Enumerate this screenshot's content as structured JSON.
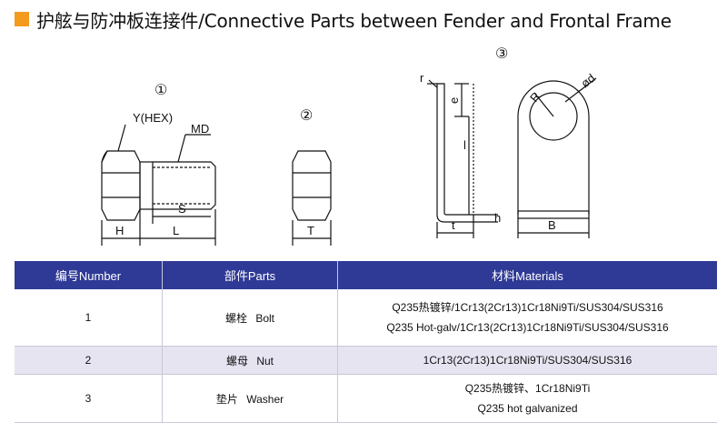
{
  "header": {
    "title": "护舷与防冲板连接件/Connective Parts between Fender and Frontal Frame",
    "accent_color": "#f39a1f"
  },
  "drawing": {
    "markers": [
      "①",
      "②",
      "③"
    ],
    "labels": {
      "hex": "Y(HEX)",
      "md": "MD",
      "s": "S",
      "h_bolt": "H",
      "l_bolt": "L",
      "t_nut": "T",
      "r": "r",
      "e": "e",
      "l": "l",
      "h": "h",
      "t": "t",
      "b": "B",
      "R": "R",
      "d": "ød"
    }
  },
  "table": {
    "header_color": "#2f3a96",
    "alt_row_color": "#e7e4f2",
    "headers": [
      "编号Number",
      "部件Parts",
      "材料Materials"
    ],
    "rows": [
      {
        "number": "1",
        "part_cn": "螺栓",
        "part_en": "Bolt",
        "materials": [
          "Q235热镀锌/1Cr13(2Cr13)1Cr18Ni9Ti/SUS304/SUS316",
          "Q235 Hot-galv/1Cr13(2Cr13)1Cr18Ni9Ti/SUS304/SUS316"
        ]
      },
      {
        "number": "2",
        "part_cn": "螺母",
        "part_en": "Nut",
        "materials": [
          "1Cr13(2Cr13)1Cr18Ni9Ti/SUS304/SUS316"
        ]
      },
      {
        "number": "3",
        "part_cn": "垫片",
        "part_en": "Washer",
        "materials": [
          "Q235热镀锌、1Cr18Ni9Ti",
          "Q235 hot galvanized"
        ]
      }
    ]
  }
}
